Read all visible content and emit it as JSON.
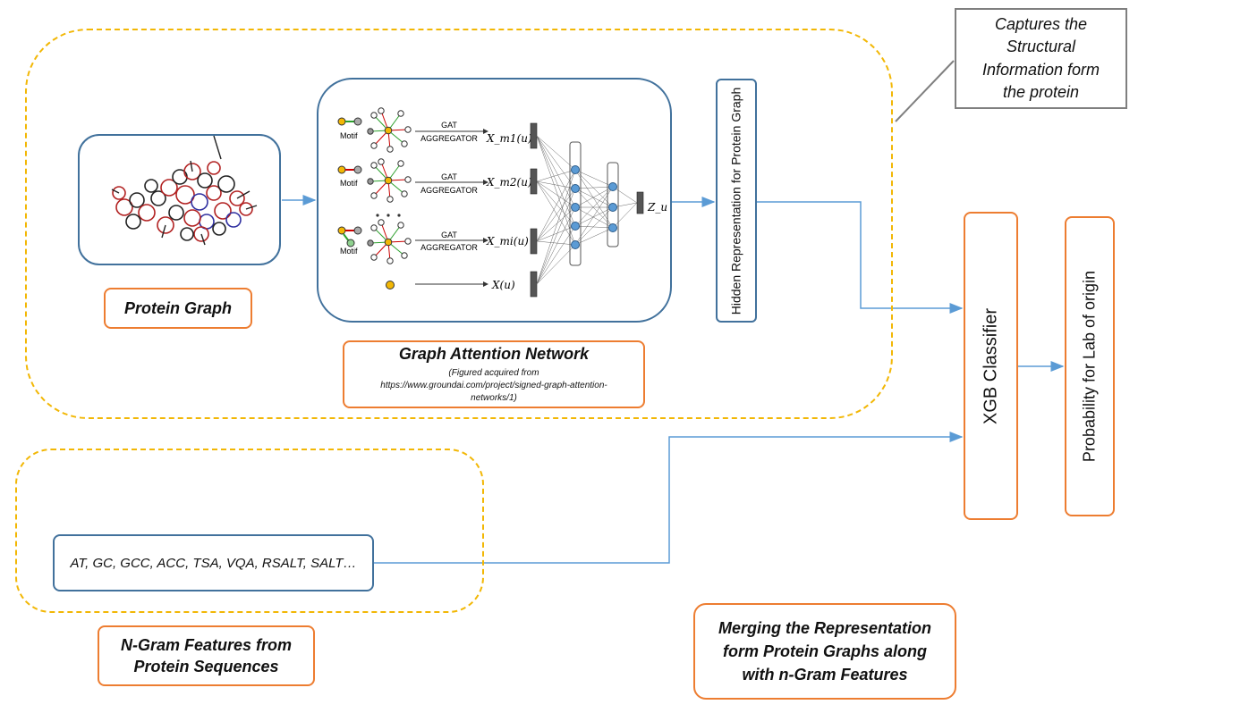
{
  "protein_graph_label": "Protein Graph",
  "gat_section": {
    "title": "Graph Attention Network",
    "note_line1": "(Figured acquired from",
    "note_line2": "https://www.groundai.com/project/signed-graph-attention-",
    "note_line3": "networks/1)"
  },
  "gat_figure": {
    "motif_label": "Motif",
    "aggregator_top": "GAT",
    "aggregator_bottom": "AGGREGATOR",
    "outputs": [
      "X_m1(u)",
      "X_m2(u)",
      "X_mi(u)",
      "X(u)"
    ],
    "final_output": "Z_u"
  },
  "hidden_representation_label": "Hidden Representation for Protein Graph",
  "structural_note": "Captures the Structural Information form the protein",
  "xgb_label": "XGB Classifier",
  "probability_label": "Probability for Lab of origin",
  "ngram_examples": "AT, GC, GCC, ACC, TSA, VQA, RSALT, SALT…",
  "ngram_label": "N-Gram Features from Protein Sequences",
  "merging_label": "Merging the Representation form Protein Graphs along with n-Gram Features",
  "colors": {
    "dashed_border": "#f2b705",
    "blue_border": "#41719c",
    "orange_border": "#ed7d31",
    "arrow": "#5b9bd5",
    "callout_border": "#7f7f7f"
  }
}
